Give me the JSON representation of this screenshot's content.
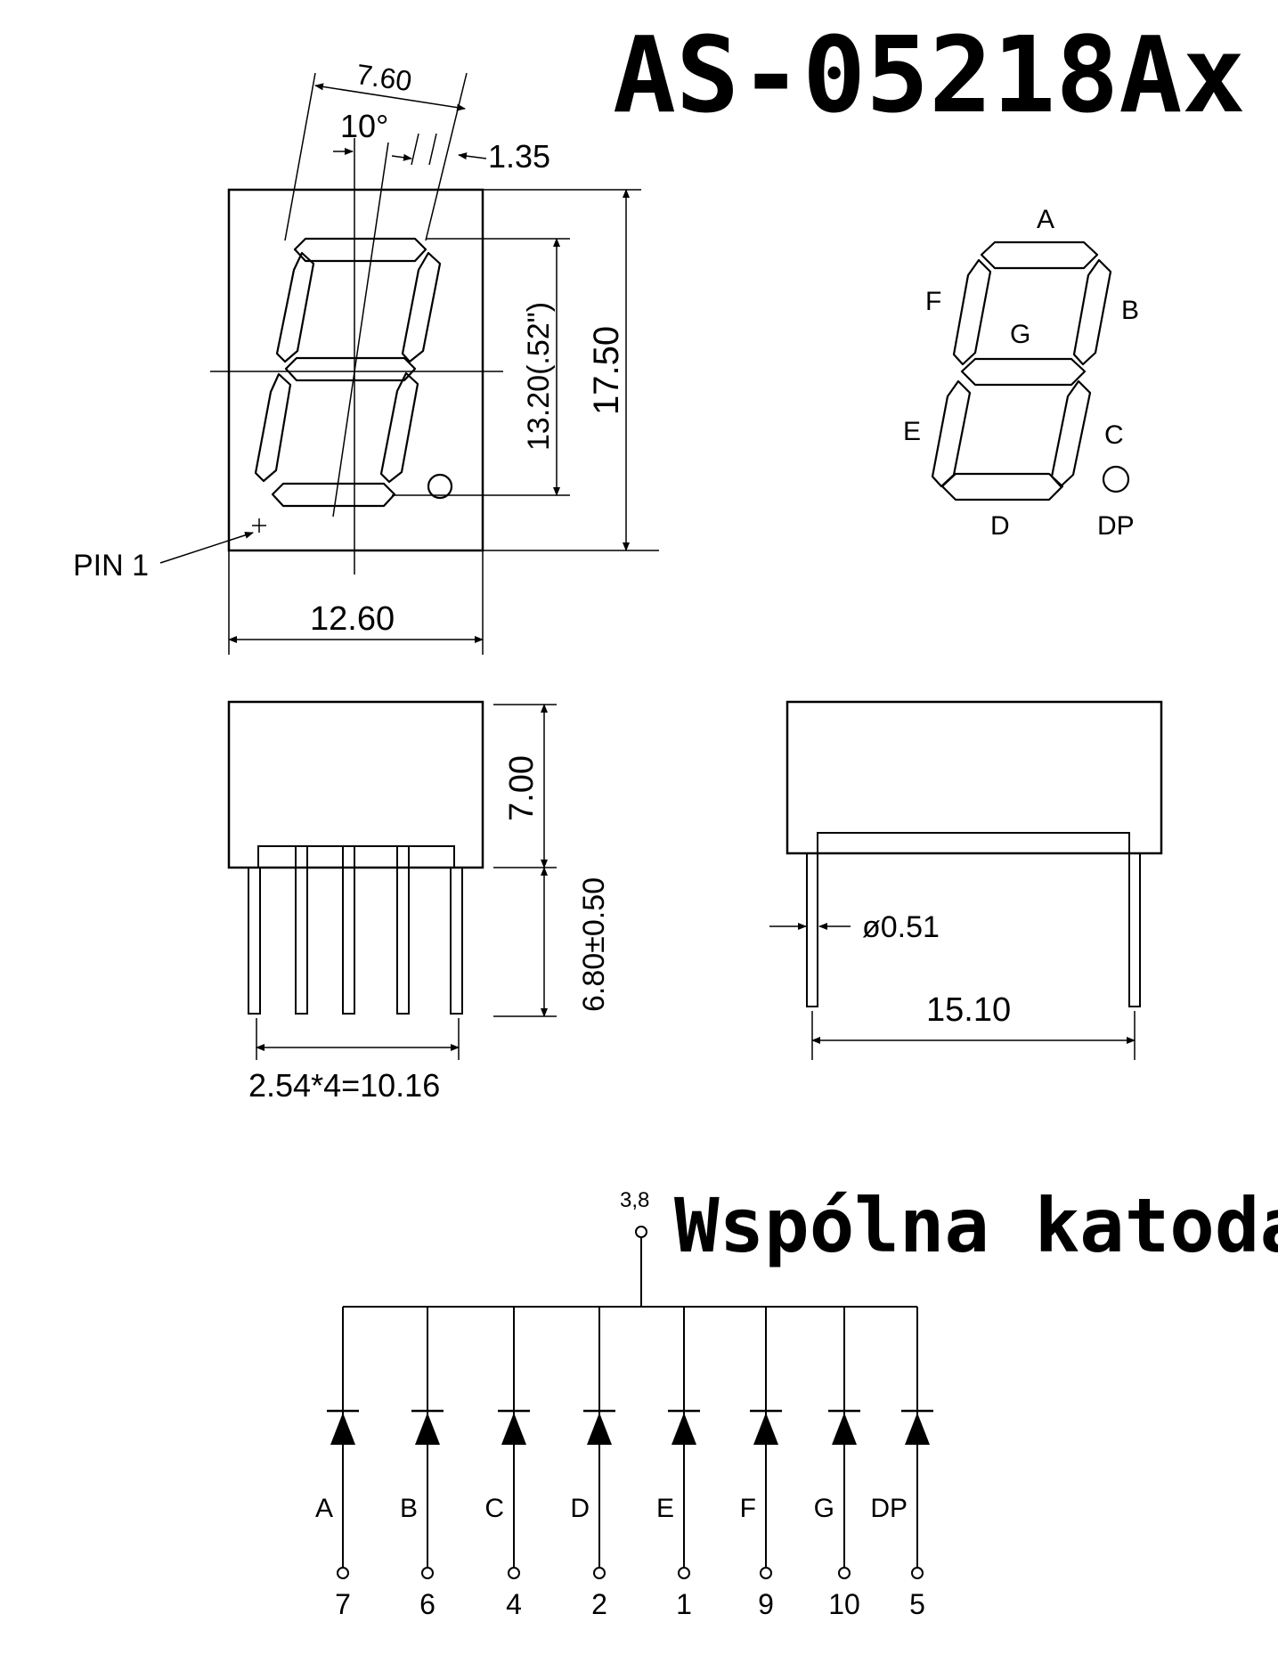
{
  "title": "AS-05218Ax",
  "front_view": {
    "dim_top_width": "7.60",
    "dim_angle": "10°",
    "dim_segment_width": "1.35",
    "dim_digit_height": "13.20(.52\")",
    "dim_body_height": "17.50",
    "dim_body_width": "12.60",
    "pin1_label": "PIN 1"
  },
  "segment_legend": {
    "labels": [
      "A",
      "B",
      "C",
      "D",
      "E",
      "F",
      "G",
      "DP"
    ]
  },
  "side_view": {
    "dim_body_depth": "7.00",
    "dim_pin_length": "6.80±0.50",
    "dim_pin_pitch": "2.54*4=10.16"
  },
  "end_view": {
    "dim_pin_diameter": "ø0.51",
    "dim_row_spacing": "15.10"
  },
  "schematic": {
    "heading": "Wspólna katoda",
    "common_pins": "3,8",
    "diodes": [
      {
        "segment": "A",
        "pin": "7"
      },
      {
        "segment": "B",
        "pin": "6"
      },
      {
        "segment": "C",
        "pin": "4"
      },
      {
        "segment": "D",
        "pin": "2"
      },
      {
        "segment": "E",
        "pin": "1"
      },
      {
        "segment": "F",
        "pin": "9"
      },
      {
        "segment": "G",
        "pin": "10"
      },
      {
        "segment": "DP",
        "pin": "5"
      }
    ]
  }
}
